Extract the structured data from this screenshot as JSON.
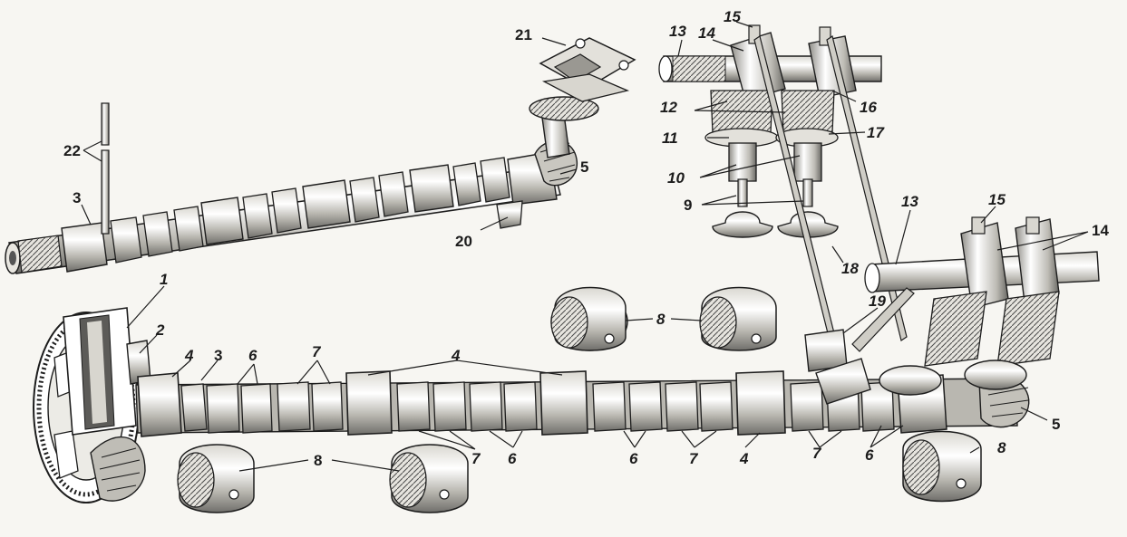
{
  "figure": {
    "subject": "camshaft-and-valve-train",
    "colors": {
      "ink": "#1d1d1d",
      "paper": "#f7f6f2",
      "shade": "#8a8a8a"
    }
  },
  "callouts": [
    {
      "id": "c1",
      "text": "1"
    },
    {
      "id": "c2",
      "text": "2"
    },
    {
      "id": "c3a",
      "text": "3"
    },
    {
      "id": "c3b",
      "text": "3"
    },
    {
      "id": "c4a",
      "text": "4"
    },
    {
      "id": "c4b",
      "text": "4"
    },
    {
      "id": "c4c",
      "text": "4"
    },
    {
      "id": "c5a",
      "text": "5"
    },
    {
      "id": "c5b",
      "text": "5"
    },
    {
      "id": "c6a",
      "text": "6"
    },
    {
      "id": "c6b",
      "text": "6"
    },
    {
      "id": "c6c",
      "text": "6"
    },
    {
      "id": "c6d",
      "text": "6"
    },
    {
      "id": "c7a",
      "text": "7"
    },
    {
      "id": "c7b",
      "text": "7"
    },
    {
      "id": "c7c",
      "text": "7"
    },
    {
      "id": "c7d",
      "text": "7"
    },
    {
      "id": "c8a",
      "text": "8"
    },
    {
      "id": "c8b",
      "text": "8"
    },
    {
      "id": "c8c",
      "text": "8"
    },
    {
      "id": "c9",
      "text": "9"
    },
    {
      "id": "c10",
      "text": "10"
    },
    {
      "id": "c11",
      "text": "11"
    },
    {
      "id": "c12",
      "text": "12"
    },
    {
      "id": "c13a",
      "text": "13"
    },
    {
      "id": "c13b",
      "text": "13"
    },
    {
      "id": "c14a",
      "text": "14"
    },
    {
      "id": "c14b",
      "text": "14"
    },
    {
      "id": "c15a",
      "text": "15"
    },
    {
      "id": "c15b",
      "text": "15"
    },
    {
      "id": "c16",
      "text": "16"
    },
    {
      "id": "c17",
      "text": "17"
    },
    {
      "id": "c18",
      "text": "18"
    },
    {
      "id": "c19",
      "text": "19"
    },
    {
      "id": "c20",
      "text": "20"
    },
    {
      "id": "c21",
      "text": "21"
    },
    {
      "id": "c22",
      "text": "22"
    }
  ]
}
